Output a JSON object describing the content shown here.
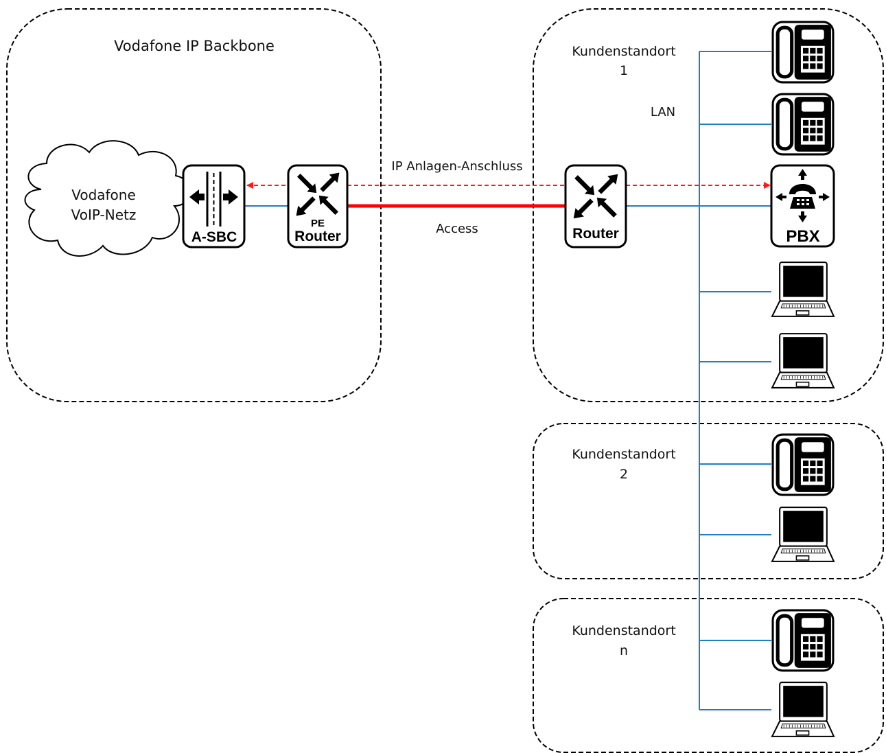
{
  "backbone": {
    "title": "Vodafone IP Backbone",
    "cloud_line1": "Vodafone",
    "cloud_line2": "VoIP-Netz",
    "asbc_label": "A-SBC",
    "pe_label_top": "PE",
    "pe_label_bottom": "Router"
  },
  "links": {
    "trunk_label": "IP Anlagen-Anschluss",
    "access_label": "Access",
    "lan_label": "LAN"
  },
  "sites": [
    {
      "line1": "Kundenstandort",
      "line2": "1"
    },
    {
      "line1": "Kundenstandort",
      "line2": "2"
    },
    {
      "line1": "Kundenstandort",
      "line2": "n"
    }
  ],
  "customer_router_label": "Router",
  "pbx_label": "PBX",
  "colors": {
    "access_link": "#ff0000",
    "signaling_arrow": "#ff0000",
    "lan_line": "#1f7fc4",
    "zone_border": "#000000"
  },
  "icons": [
    "cloud-icon",
    "sbc-icon",
    "router-icon",
    "pbx-icon",
    "desk-phone-icon",
    "laptop-icon"
  ]
}
